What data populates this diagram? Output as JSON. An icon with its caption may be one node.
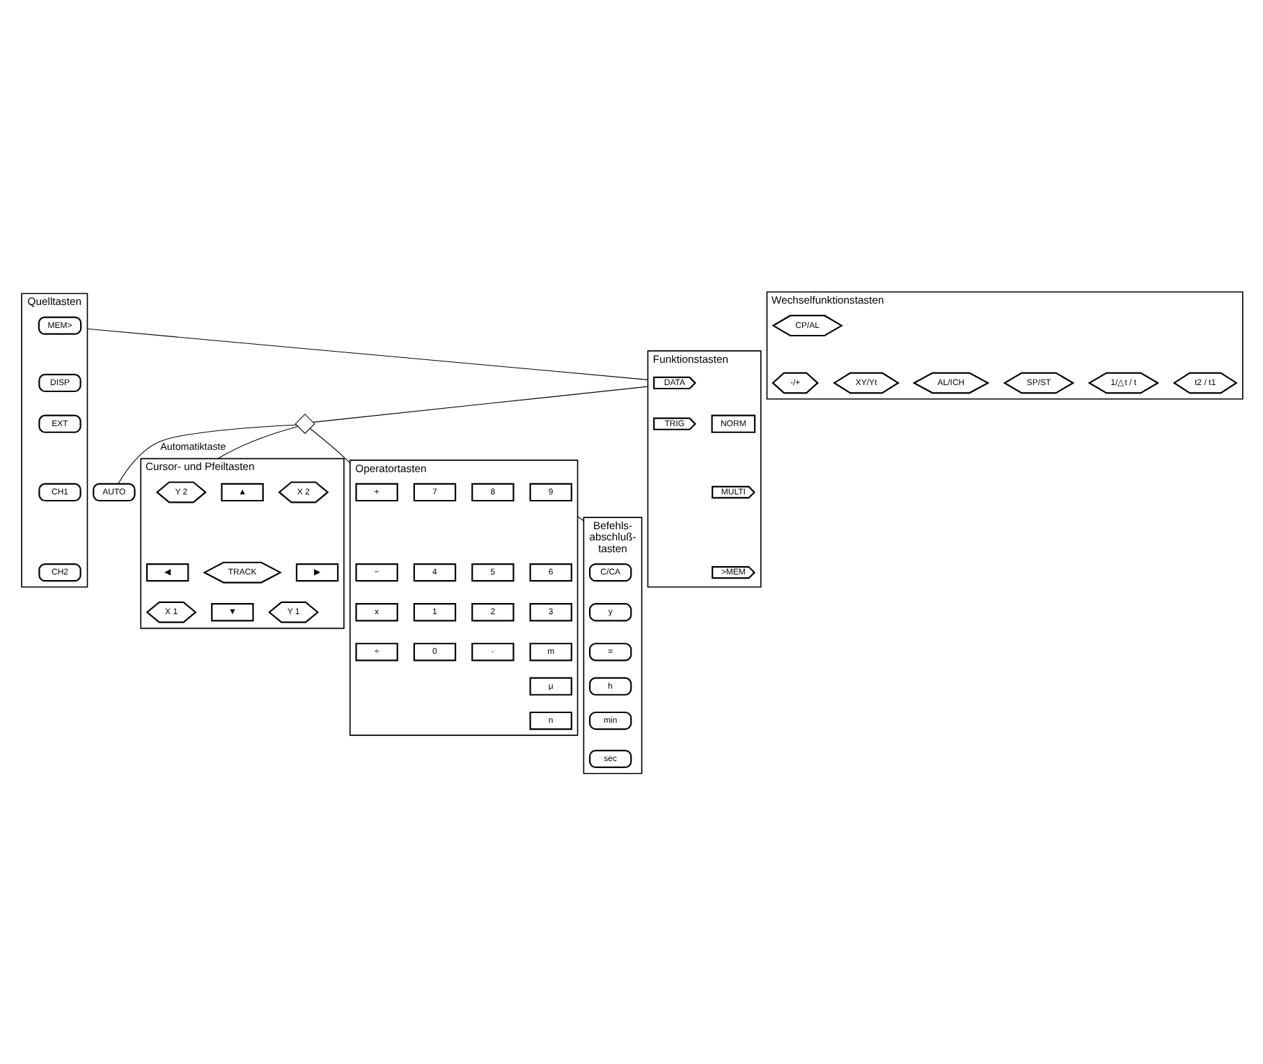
{
  "diagram": {
    "nodes": [
      {
        "text": [
          "Quelltasten"
        ]
      },
      {
        "text": [
          "MEM>"
        ],
        "in": 0
      },
      {
        "text": [
          "DISP"
        ],
        "in": 0
      },
      {
        "text": [
          "EXT"
        ],
        "in": 0
      },
      {
        "text": [
          "CH1"
        ],
        "in": 0
      },
      {
        "text": [
          "CH2"
        ],
        "in": 0
      },
      {
        "text": [
          "Funktionstasten"
        ]
      },
      {
        "text": [
          "DATA"
        ],
        "in": 6
      },
      {
        "text": [
          "TRIG"
        ],
        "in": 6
      },
      {
        "text": [
          "MULTI"
        ],
        "in": 6
      },
      {
        "text": [
          ">MEM"
        ],
        "in": 6
      },
      {
        "text": [
          "NORM"
        ],
        "in": 6
      },
      {
        "text": [],
        "shape": "diamond"
      },
      {
        "text": [
          "Operatortasten"
        ]
      },
      {
        "text": [
          "+"
        ],
        "in": 13
      },
      {
        "text": [
          "7"
        ],
        "in": 13
      },
      {
        "text": [
          "8"
        ],
        "in": 13
      },
      {
        "text": [
          "9"
        ],
        "in": 13
      },
      {
        "text": [
          "−"
        ],
        "in": 13
      },
      {
        "text": [
          "4"
        ],
        "in": 13
      },
      {
        "text": [
          "5"
        ],
        "in": 13
      },
      {
        "text": [
          "6"
        ],
        "in": 13
      },
      {
        "text": [
          "x"
        ],
        "in": 13
      },
      {
        "text": [
          "1"
        ],
        "in": 13
      },
      {
        "text": [
          "2"
        ],
        "in": 13
      },
      {
        "text": [
          "3"
        ],
        "in": 13
      },
      {
        "text": [
          "÷"
        ],
        "in": 13
      },
      {
        "text": [
          "0"
        ],
        "in": 13
      },
      {
        "text": [
          "·"
        ],
        "in": 13
      },
      {
        "text": [
          "m"
        ],
        "in": 13
      },
      {
        "text": [
          "μ"
        ],
        "in": 13
      },
      {
        "text": [
          "n"
        ],
        "in": 13
      },
      {
        "text": [
          "Befehls- abschluß- tasten"
        ]
      },
      {
        "text": [
          "C/CA"
        ],
        "in": 32
      },
      {
        "text": [
          "y"
        ],
        "in": 32
      },
      {
        "text": [
          "="
        ],
        "in": 32
      },
      {
        "text": [
          "h"
        ],
        "in": 32
      },
      {
        "text": [
          "min"
        ],
        "in": 32
      },
      {
        "text": [
          "sec"
        ],
        "in": 32
      },
      {
        "text": [
          "AUTO"
        ]
      },
      {
        "text": [
          "Cursor- und Pfeiltasten"
        ]
      },
      {
        "text": [
          "Y 2"
        ],
        "in": 40
      },
      {
        "text": [
          "▲"
        ],
        "in": 40
      },
      {
        "text": [
          "X 2"
        ],
        "in": 40
      },
      {
        "text": [
          "◀"
        ],
        "in": 40
      },
      {
        "text": [
          "TRACK"
        ],
        "in": 40
      },
      {
        "text": [
          "▶"
        ],
        "in": 40
      },
      {
        "text": [
          "X 1"
        ],
        "in": 40
      },
      {
        "text": [
          "▼"
        ],
        "in": 40
      },
      {
        "text": [
          "Y 1"
        ],
        "in": 40
      },
      {
        "text": [
          "Wechselfunktionstasten"
        ]
      },
      {
        "text": [
          "CP/AL"
        ],
        "in": 50
      },
      {
        "text": [
          "-/+"
        ],
        "in": 50
      },
      {
        "text": [
          "XY/Yt"
        ],
        "in": 50
      },
      {
        "text": [
          "AL/ICH"
        ],
        "in": 50
      },
      {
        "text": [
          "SP/ST"
        ],
        "in": 50
      },
      {
        "text": [
          "1/△t / t"
        ],
        "in": 50
      },
      {
        "text": [
          "t2 / t1"
        ],
        "in": 50
      }
    ],
    "edges": [
      {
        "from": 0,
        "to": 6,
        "arrow": "none"
      },
      {
        "from": 6,
        "to": 12,
        "arrow": "none"
      },
      {
        "from": 12,
        "to": 13,
        "arrow": "none"
      },
      {
        "from": 13,
        "to": 32,
        "arrow": "none"
      },
      {
        "from": 12,
        "to": 39,
        "arrow": "none",
        "label": "Automatiktaste"
      },
      {
        "from": 12,
        "to": 40,
        "arrow": "none"
      }
    ]
  }
}
